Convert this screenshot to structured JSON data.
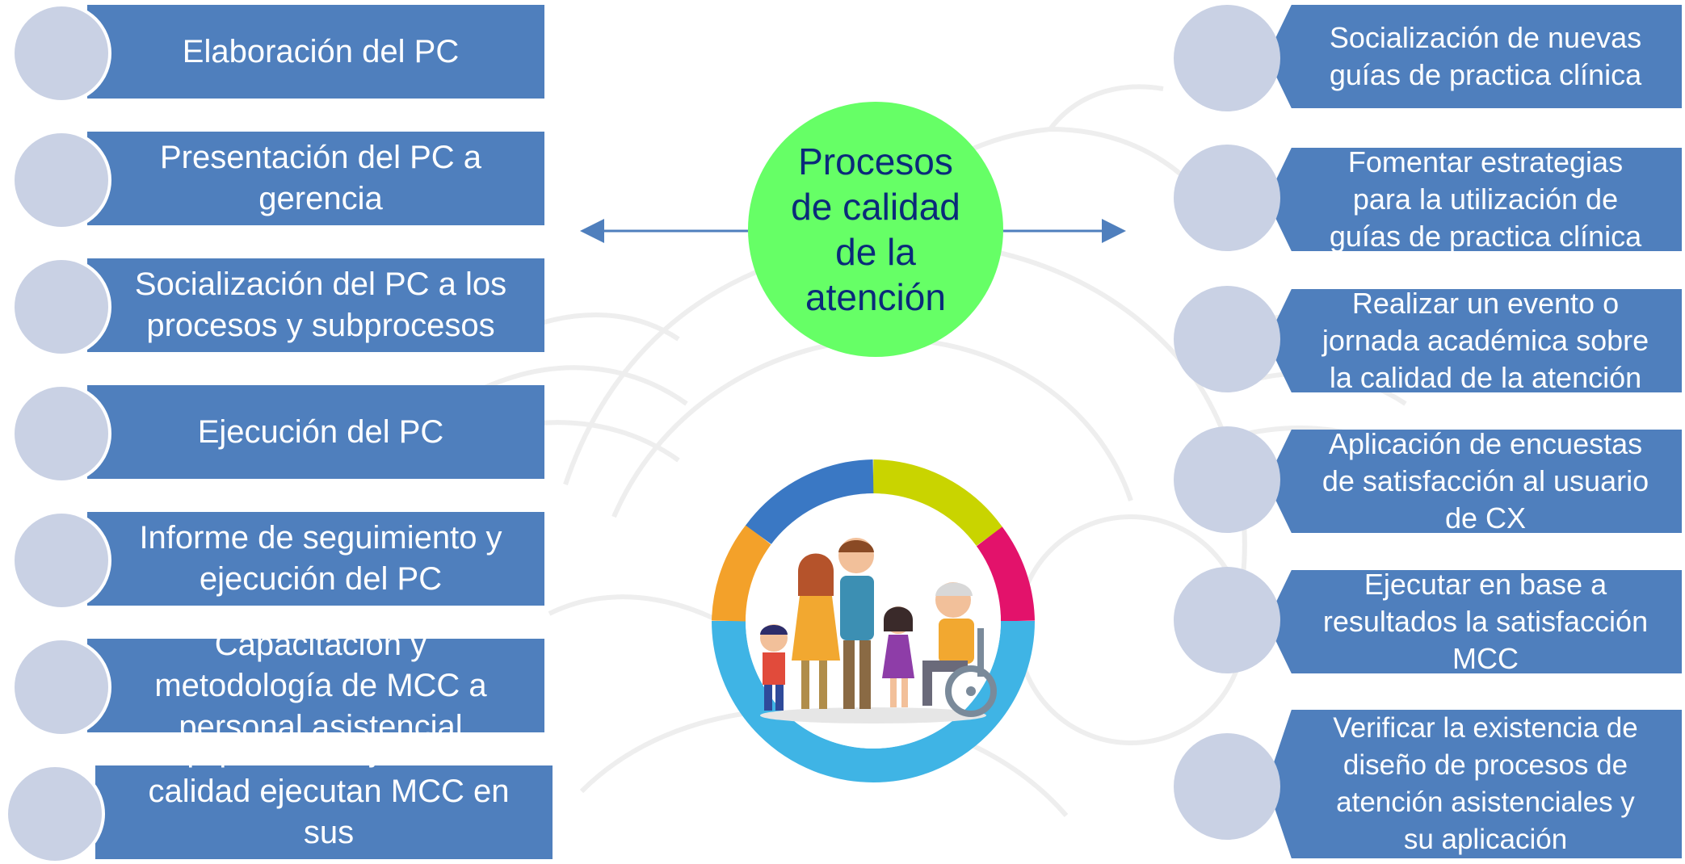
{
  "center": {
    "label": "Procesos\nde calidad\nde la\natención",
    "color": "#66ff66"
  },
  "colors": {
    "box": "#4f7fbd",
    "circle": "#c9d1e4",
    "arrow": "#4f7fbd"
  },
  "left_items": [
    "Elaboración del PC",
    "Presentación del PC a\ngerencia",
    "Socialización del PC a los\nprocesos y subprocesos",
    "Ejecución del PC",
    "Informe de seguimiento y\nejecución del PC",
    "Capacitación y\nmetodología de MCC a\npersonal asistencial",
    "Equipos de mejora de la\ncalidad ejecutan MCC en sus\nprocesos"
  ],
  "right_items": [
    "Socialización de nuevas\nguías de practica clínica",
    "Fomentar estrategias\npara la utilización de\nguías de practica clínica",
    "Realizar un evento o\njornada académica sobre\nla calidad de la atención",
    "Aplicación de encuestas\nde satisfacción al usuario\nde CX",
    "Ejecutar en base a\nresultados la satisfacción\nMCC",
    "Verificar la existencia de\ndiseño de procesos de\natención asistenciales y\nsu aplicación"
  ],
  "illustration": {
    "icon": "family-illustration-icon",
    "ring_colors": [
      "#3a78c4",
      "#c9d400",
      "#e3126b",
      "#3fb4e5",
      "#f3a12a"
    ]
  }
}
